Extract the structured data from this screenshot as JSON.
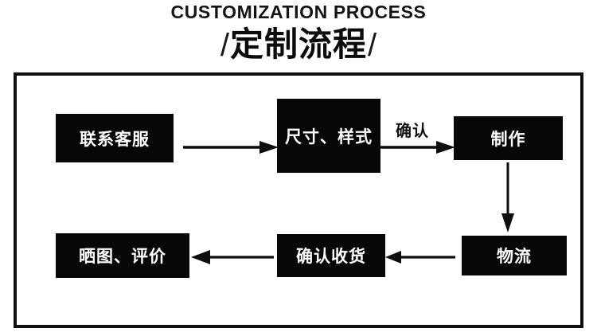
{
  "title": {
    "english": "CUSTOMIZATION PROCESS",
    "chinese": "定制流程",
    "slash_left": "/",
    "slash_right": "/"
  },
  "flowchart": {
    "nodes": [
      {
        "id": "contact",
        "label": "联系客服",
        "row": "top",
        "order": 1
      },
      {
        "id": "spec",
        "label": "尺寸、样式",
        "row": "top",
        "order": 2
      },
      {
        "id": "produce",
        "label": "制作",
        "row": "top",
        "order": 3
      },
      {
        "id": "logistics",
        "label": "物流",
        "row": "bottom",
        "order": 4
      },
      {
        "id": "receipt",
        "label": "确认收货",
        "row": "bottom",
        "order": 5
      },
      {
        "id": "review",
        "label": "晒图、评价",
        "row": "bottom",
        "order": 6
      }
    ],
    "connectors": [
      {
        "id": "contact-spec",
        "from": "contact",
        "to": "spec",
        "direction": "right",
        "label": ""
      },
      {
        "id": "spec-produce",
        "from": "spec",
        "to": "produce",
        "direction": "right",
        "label": "确认"
      },
      {
        "id": "produce-logistics",
        "from": "produce",
        "to": "logistics",
        "direction": "down",
        "label": ""
      },
      {
        "id": "logistics-receipt",
        "from": "logistics",
        "to": "receipt",
        "direction": "left",
        "label": ""
      },
      {
        "id": "receipt-review",
        "from": "receipt",
        "to": "review",
        "direction": "left",
        "label": ""
      }
    ]
  },
  "colors": {
    "node_fill": "#070707",
    "node_text": "#ffffff",
    "frame_border": "#111111",
    "background": "#ffffff",
    "arrow": "#0d0d0d"
  }
}
